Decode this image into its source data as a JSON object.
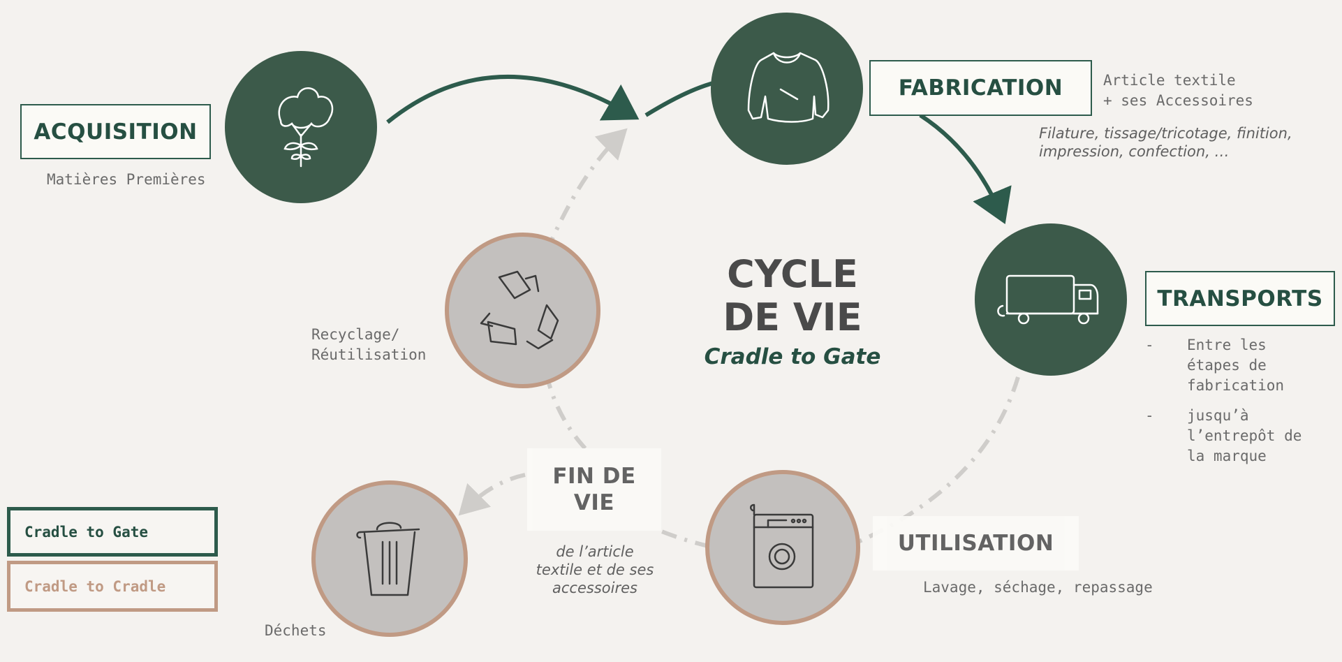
{
  "center": {
    "title_line1": "CYCLE",
    "title_line2": "DE VIE",
    "subtitle": "Cradle to Gate"
  },
  "stages": {
    "acquisition": {
      "label": "ACQUISITION",
      "note": "Matières Premières",
      "icon": "cotton-plant-icon"
    },
    "fabrication": {
      "label": "FABRICATION",
      "note_line1": "Article textile",
      "note_line2": "+ ses Accessoires",
      "detail_line1": "Filature, tissage/tricotage, finition,",
      "detail_line2": "impression, confection, …",
      "icon": "sweater-icon"
    },
    "transports": {
      "label": "TRANSPORTS",
      "bullet1_dash": "-",
      "bullet1_line1": "Entre les",
      "bullet1_line2": "étapes de",
      "bullet1_line3": "fabrication",
      "bullet2_dash": "-",
      "bullet2_line1": "jusqu’à",
      "bullet2_line2": "l’entrepôt de",
      "bullet2_line3": "la marque",
      "icon": "truck-icon"
    },
    "utilisation": {
      "label": "UTILISATION",
      "note": "Lavage, séchage, repassage",
      "icon": "washing-machine-icon"
    },
    "fin_de_vie": {
      "label_line1": "FIN DE",
      "label_line2": "VIE",
      "note_line1": "de l’article",
      "note_line2": "textile et de ses",
      "note_line3": "accessoires"
    },
    "recyclage": {
      "note_line1": "Recyclage/",
      "note_line2": "Réutilisation",
      "icon": "recycle-icon"
    },
    "dechets": {
      "note": "Déchets",
      "icon": "trash-bin-icon"
    }
  },
  "legend": {
    "gate": "Cradle to Gate",
    "cradle": "Cradle to Cradle"
  },
  "colors": {
    "green": "#3c5a4a",
    "green_text": "#264f42",
    "tan": "#c09a84",
    "grey_circle": "#c3c0be",
    "background": "#f4f2ef"
  }
}
